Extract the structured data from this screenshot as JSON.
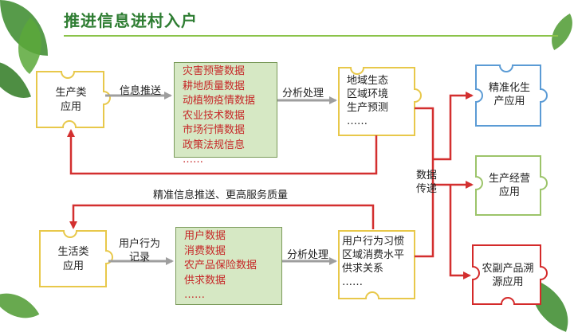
{
  "title": "推进信息进村入户",
  "colors": {
    "title": "#2e7d32",
    "puzzle_yellow": "#e8c84a",
    "puzzle_blue": "#5b9bd5",
    "puzzle_green": "#9cc46a",
    "puzzle_red": "#d42a2a",
    "arrow_red": "#d32f2f",
    "arrow_gray": "#9e9e9e",
    "data_box": "#d6e8c4",
    "data_text": "#c62828"
  },
  "top": {
    "source_line1": "生产类",
    "source_line2": "应用",
    "push_label": "信息推送",
    "data_items": [
      "灾害预警数据",
      "耕地质量数据",
      "动植物疫情数据",
      "农业技术数据",
      "市场行情数据",
      "政策法规信息",
      "……"
    ],
    "analysis_label": "分析处理",
    "result_lines": [
      "地域生态",
      "区域环境",
      "生产预测",
      "……"
    ],
    "feedback_label": "精准信息推送、更高服务质量"
  },
  "bottom": {
    "source_line1": "生活类",
    "source_line2": "应用",
    "record_line1": "用户行为",
    "record_line2": "记录",
    "data_items": [
      "用户数据",
      "消费数据",
      "农产品保险数据",
      "供求数据",
      "……"
    ],
    "analysis_label": "分析处理",
    "result_lines": [
      "用户行为习惯",
      "区域消费水平",
      "供求关系",
      "……"
    ]
  },
  "transfer_line1": "数据",
  "transfer_line2": "传递",
  "outputs": [
    {
      "line1": "精准化生",
      "line2": "产应用"
    },
    {
      "line1": "生产经营",
      "line2": "应用"
    },
    {
      "line1": "农副产品溯",
      "line2": "源应用"
    }
  ]
}
